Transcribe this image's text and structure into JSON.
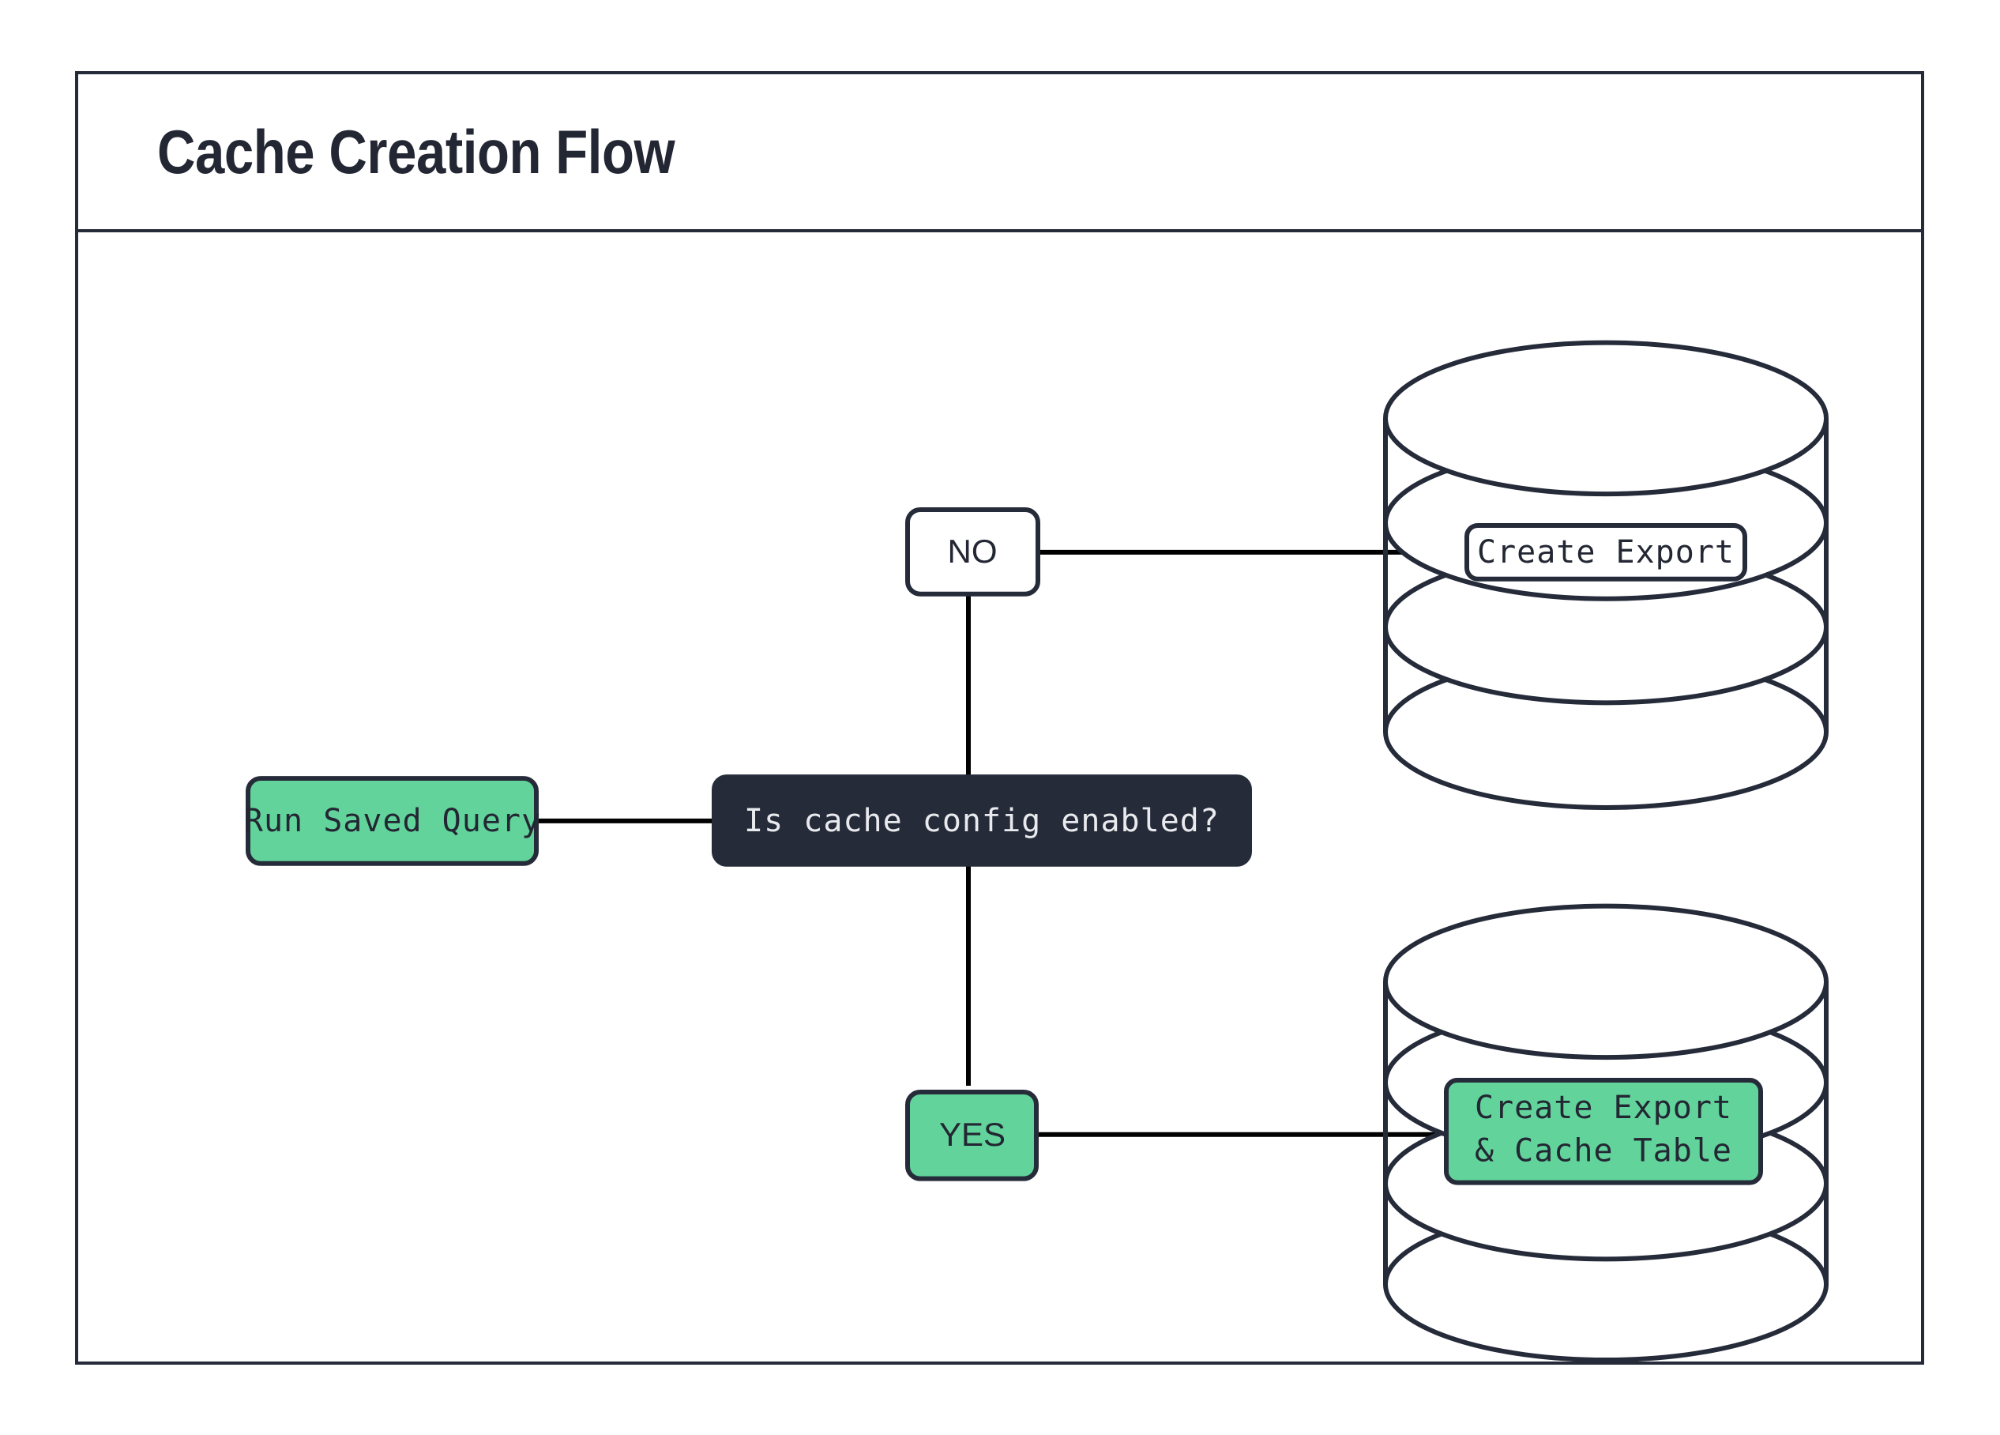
{
  "diagram": {
    "title": "Cache Creation Flow",
    "colors": {
      "ink": "#262b3a",
      "green": "#62d39b",
      "dark_node_fill": "#262b3a",
      "dark_node_text": "#e9eaee",
      "white": "#ffffff",
      "edge": "#000000"
    },
    "nodes": {
      "start": {
        "label": "Run Saved Query",
        "shape": "rounded-rect",
        "fill": "green"
      },
      "decision": {
        "label": "Is cache config enabled?",
        "shape": "rounded-rect",
        "fill": "dark"
      },
      "branch_no": {
        "label": "NO",
        "shape": "rounded-rect",
        "fill": "white"
      },
      "branch_yes": {
        "label": "YES",
        "shape": "rounded-rect",
        "fill": "green"
      },
      "db_export": {
        "label": "Create Export",
        "shape": "database-stack",
        "fill": "white"
      },
      "db_export_cache_line1": {
        "label": "Create Export"
      },
      "db_export_cache_line2": {
        "label": "& Cache Table"
      }
    },
    "edges": [
      {
        "from": "start",
        "to": "decision"
      },
      {
        "from": "decision",
        "to": "branch_no"
      },
      {
        "from": "decision",
        "to": "branch_yes"
      },
      {
        "from": "branch_no",
        "to": "db_export"
      },
      {
        "from": "branch_yes",
        "to": "db_export_cache"
      }
    ]
  }
}
